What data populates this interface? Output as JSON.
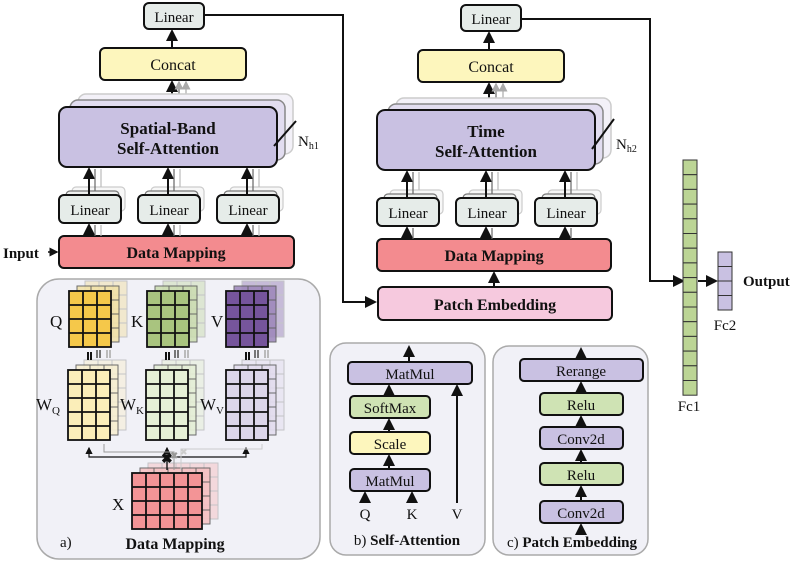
{
  "colors": {
    "linear_fill": "#e6ece9",
    "concat_fill": "#fdf6bd",
    "attention_fill": "#c9c1e2",
    "data_mapping_fill": "#f38b8f",
    "patch_embedding_fill": "#f6c9de",
    "panel_fill": "#f1f1f7",
    "q_fill": "#f5c84a",
    "k_fill": "#a9c47f",
    "v_fill": "#76559c",
    "wq_fill": "#fbeeb9",
    "wk_fill": "#e6f0d6",
    "wv_fill": "#dcd6ea",
    "x_fill": "#f39496",
    "green_block": "#cfe3b4",
    "purple_block": "#c9c1e2",
    "yellow_block": "#fdf6bd",
    "fc1_fill": "#bcd595",
    "fc2_fill": "#c9c1e2"
  },
  "branch1": {
    "top_linear": "Linear",
    "concat": "Concat",
    "attention_line1": "Spatial-Band",
    "attention_line2": "Self-Attention",
    "heads_label": "N",
    "heads_sub": "h1",
    "linears": [
      "Linear",
      "Linear",
      "Linear"
    ],
    "data_mapping": "Data Mapping",
    "input_label": "Input"
  },
  "branch2": {
    "top_linear": "Linear",
    "concat": "Concat",
    "attention_line1": "Time",
    "attention_line2": "Self-Attention",
    "heads_label": "N",
    "heads_sub": "h2",
    "linears": [
      "Linear",
      "Linear",
      "Linear"
    ],
    "data_mapping": "Data Mapping",
    "patch_embedding": "Patch Embedding"
  },
  "classifier": {
    "fc1_label": "Fc1",
    "fc2_label": "Fc2",
    "output_label": "Output",
    "fc1_units": 16,
    "fc2_units": 4
  },
  "panel_a": {
    "tag": "a)",
    "title": "Data Mapping",
    "q": "Q",
    "k": "K",
    "v": "V",
    "wq": "W",
    "wq_sub": "Q",
    "wk": "W",
    "wk_sub": "K",
    "wv": "W",
    "wv_sub": "V",
    "x": "X",
    "equals": "="
  },
  "panel_b": {
    "tag": "b)",
    "title": "Self-Attention",
    "blocks": [
      "MatMul",
      "SoftMax",
      "Scale",
      "MatMul"
    ],
    "inputs": [
      "Q",
      "K",
      "V"
    ]
  },
  "panel_c": {
    "tag": "c)",
    "title": "Patch Embedding",
    "blocks": [
      "Rerange",
      "Relu",
      "Conv2d",
      "Relu",
      "Conv2d"
    ]
  }
}
